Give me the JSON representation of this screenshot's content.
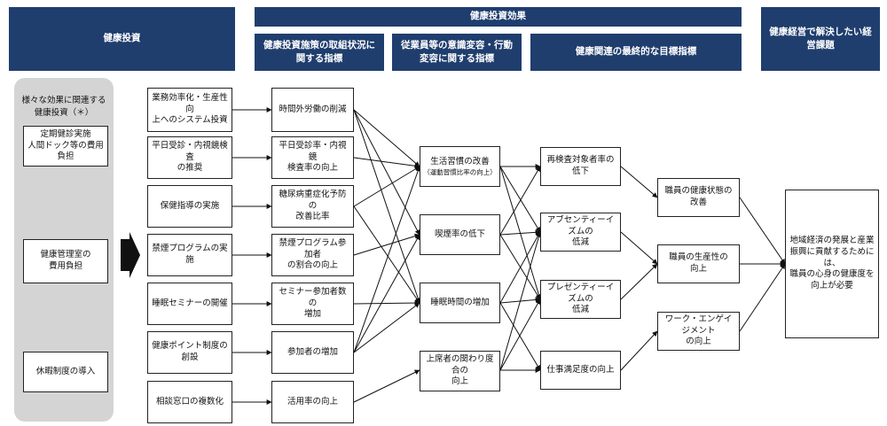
{
  "headers": {
    "investment": "健康投資",
    "effect": "健康投資効果",
    "effect_sub1": "健康投資施策の取組状況に関する指標",
    "effect_sub2": "従業員等の意識変容・行動変容に関する指標",
    "effect_sub3": "健康関連の最終的な目標指標",
    "issue": "健康経営で解決したい経営課題"
  },
  "panel": {
    "title_line1": "様々な効果に関連する",
    "title_line2": "健康投資（＊）",
    "items": [
      {
        "line1": "定期健診実施",
        "line2": "人間ドック等の費用負担"
      },
      {
        "line1": "健康管理室の",
        "line2": "費用負担"
      },
      {
        "line1": "休暇制度の導入",
        "line2": ""
      }
    ]
  },
  "col1": [
    {
      "line1": "業務効率化・生産性向",
      "line2": "上へのシステム投資"
    },
    {
      "line1": "平日受診・内視鏡検査",
      "line2": "の推奨"
    },
    {
      "line1": "保健指導の実施",
      "line2": ""
    },
    {
      "line1": "禁煙プログラムの実施",
      "line2": ""
    },
    {
      "line1": "睡眠セミナーの開催",
      "line2": ""
    },
    {
      "line1": "健康ポイント制度の",
      "line2": "創設"
    },
    {
      "line1": "相談窓口の複数化",
      "line2": ""
    }
  ],
  "col2": [
    {
      "line1": "時間外労働の削減",
      "line2": ""
    },
    {
      "line1": "平日受診率・内視鏡",
      "line2": "検査率の向上"
    },
    {
      "line1": "糖尿病重症化予防の",
      "line2": "改善比率"
    },
    {
      "line1": "禁煙プログラム参加者",
      "line2": "の割合の向上"
    },
    {
      "line1": "セミナー参加者数の",
      "line2": "増加"
    },
    {
      "line1": "参加者の増加",
      "line2": ""
    },
    {
      "line1": "活用率の向上",
      "line2": ""
    }
  ],
  "col3": [
    {
      "line1": "生活習慣の改善",
      "line2": "（運動習慣比率の向上）"
    },
    {
      "line1": "喫煙率の低下",
      "line2": ""
    },
    {
      "line1": "睡眠時間の増加",
      "line2": ""
    },
    {
      "line1": "上席者の関わり度合の",
      "line2": "向上"
    }
  ],
  "col4": [
    {
      "line1": "再検査対象者率の",
      "line2": "低下"
    },
    {
      "line1": "アブセンティーイズムの",
      "line2": "低減"
    },
    {
      "line1": "プレゼンティーイズムの",
      "line2": "低減"
    },
    {
      "line1": "仕事満足度の向上",
      "line2": ""
    }
  ],
  "col5": [
    {
      "line1": "職員の健康状態の",
      "line2": "改善"
    },
    {
      "line1": "職員の生産性の",
      "line2": "向上"
    },
    {
      "line1": "ワーク・エンゲイジメント",
      "line2": "の向上"
    }
  ],
  "goal": {
    "line1": "地域経済の発展と産業",
    "line2": "振興に貢献するためには、",
    "line3": "職員の心身の健康度を",
    "line4": "向上が必要"
  }
}
